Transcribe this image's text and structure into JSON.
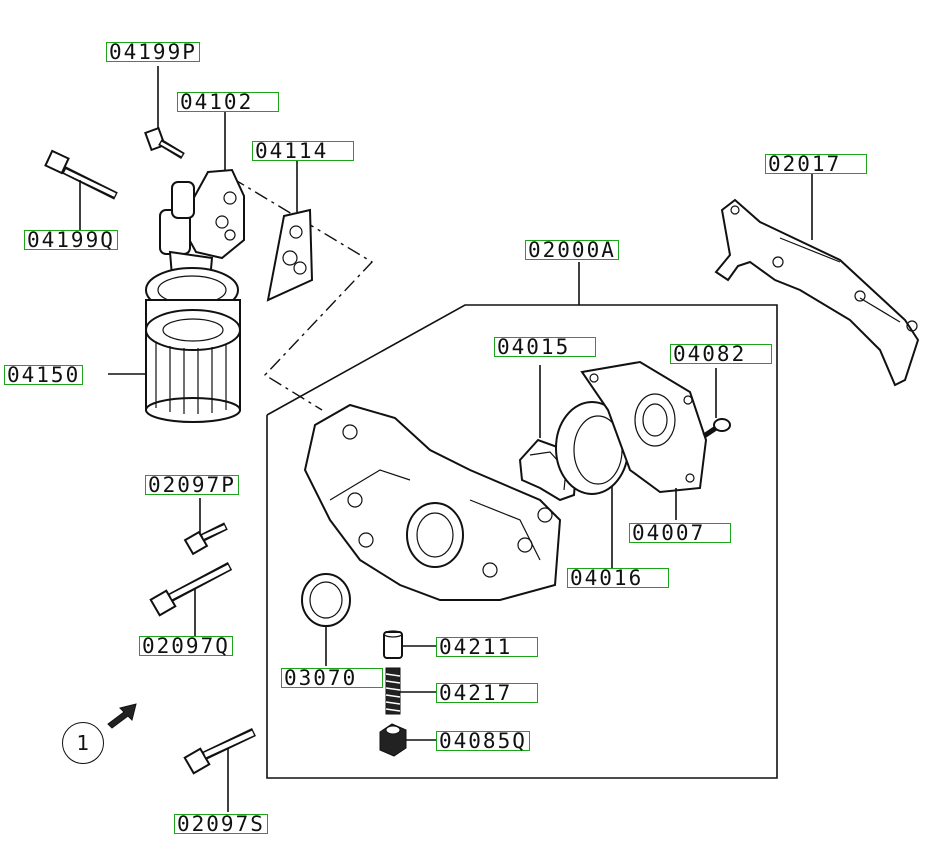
{
  "labels": {
    "p04199P": "04199P",
    "p04102": "04102",
    "p04114": "04114",
    "p04199Q": "04199Q",
    "p04150": "04150",
    "p02000A": "02000A",
    "p02017": "02017",
    "p04015": "04015",
    "p04082": "04082",
    "p04007": "04007",
    "p04016": "04016",
    "p02097P": "02097P",
    "p02097Q": "02097Q",
    "p03070": "03070",
    "p04211": "04211",
    "p04217": "04217",
    "p04085Q": "04085Q",
    "p02097S": "02097S"
  },
  "callout": {
    "number": "1"
  },
  "colors": {
    "label_border": "#1aa51a",
    "line": "#111111"
  }
}
